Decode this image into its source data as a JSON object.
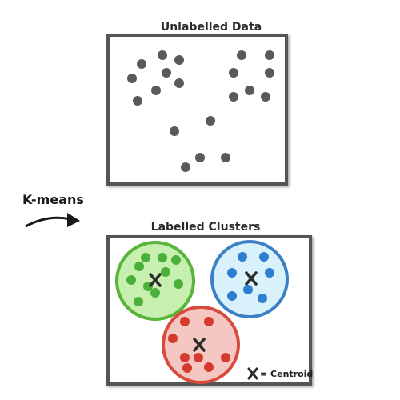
{
  "top_panel": {
    "title": "Unlabelled Data"
  },
  "arrow": {
    "label": "K-means"
  },
  "bottom_panel": {
    "title": "Labelled Clusters"
  },
  "legend": {
    "symbol": "X",
    "text": "= Centroid"
  },
  "colors": {
    "point_gray": "#5a5a5a",
    "frame": "#555555",
    "green_fill": "#c7efb0",
    "green_stroke": "#58b43a",
    "green_point": "#4caf3a",
    "blue_fill": "#d9f1fb",
    "blue_stroke": "#3b7fc4",
    "blue_point": "#2f7fd0",
    "red_fill": "#f5c7c2",
    "red_stroke": "#d9493c",
    "red_point": "#d63a2f",
    "centroid": "#2b2b2b"
  },
  "clusters": [
    {
      "name": "green",
      "centroid_symbol": "X"
    },
    {
      "name": "blue",
      "centroid_symbol": "X"
    },
    {
      "name": "red",
      "centroid_symbol": "X"
    }
  ]
}
